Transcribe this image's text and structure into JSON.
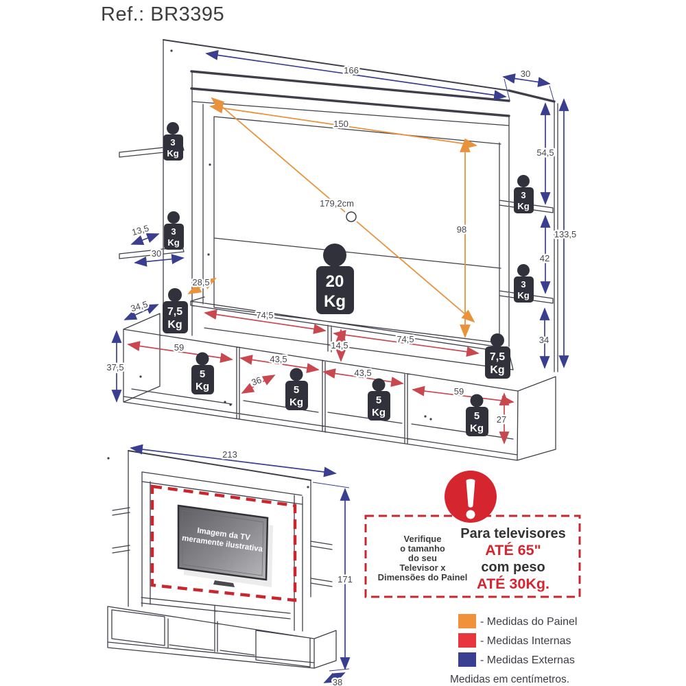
{
  "title": "Ref.: BR3395",
  "weights": {
    "w3": "3",
    "w5": "5",
    "w75": "7,5",
    "w20": "20",
    "kg": "Kg"
  },
  "dims": {
    "d166": "166",
    "d30": "30",
    "d545": "54,5",
    "d42": "42",
    "d34": "34",
    "d1335": "133,5",
    "d135": "13,5",
    "d30s": "30",
    "d345": "34,5",
    "d375": "37,5",
    "d150": "150",
    "d1792": "179,2cm",
    "d98": "98",
    "d285": "28,5",
    "d745": "74,5",
    "d145": "14,5",
    "d59": "59",
    "d435": "43,5",
    "d36": "36",
    "d27": "27",
    "d213": "213",
    "d171": "171",
    "d38": "38"
  },
  "tv": {
    "line1": "Imagem da TV",
    "line2": "meramente ilustrativa"
  },
  "warning": {
    "left": [
      "Verifique",
      "o tamanho",
      "do seu",
      "Televisor x",
      "Dimensões do Painel"
    ],
    "right_line1": "Para televisores",
    "right_line2": "ATÉ 65\"",
    "right_line3": "com peso",
    "right_line4": "ATÉ 30Kg."
  },
  "legend": {
    "items": [
      {
        "label": "- Medidas do Painel",
        "color": "#F0923B"
      },
      {
        "label": "- Medidas Internas",
        "color": "#E8363E"
      },
      {
        "label": "- Medidas Externas",
        "color": "#3B3F90"
      }
    ],
    "note": "Medidas em centímetros."
  },
  "colors": {
    "panel_dim": "#E8923C",
    "internal_dim": "#C9474E",
    "external_dim": "#3A3E8E",
    "line": "#3F3F49",
    "weight_icon": "#31313B",
    "warning_red": "#D5252E"
  }
}
